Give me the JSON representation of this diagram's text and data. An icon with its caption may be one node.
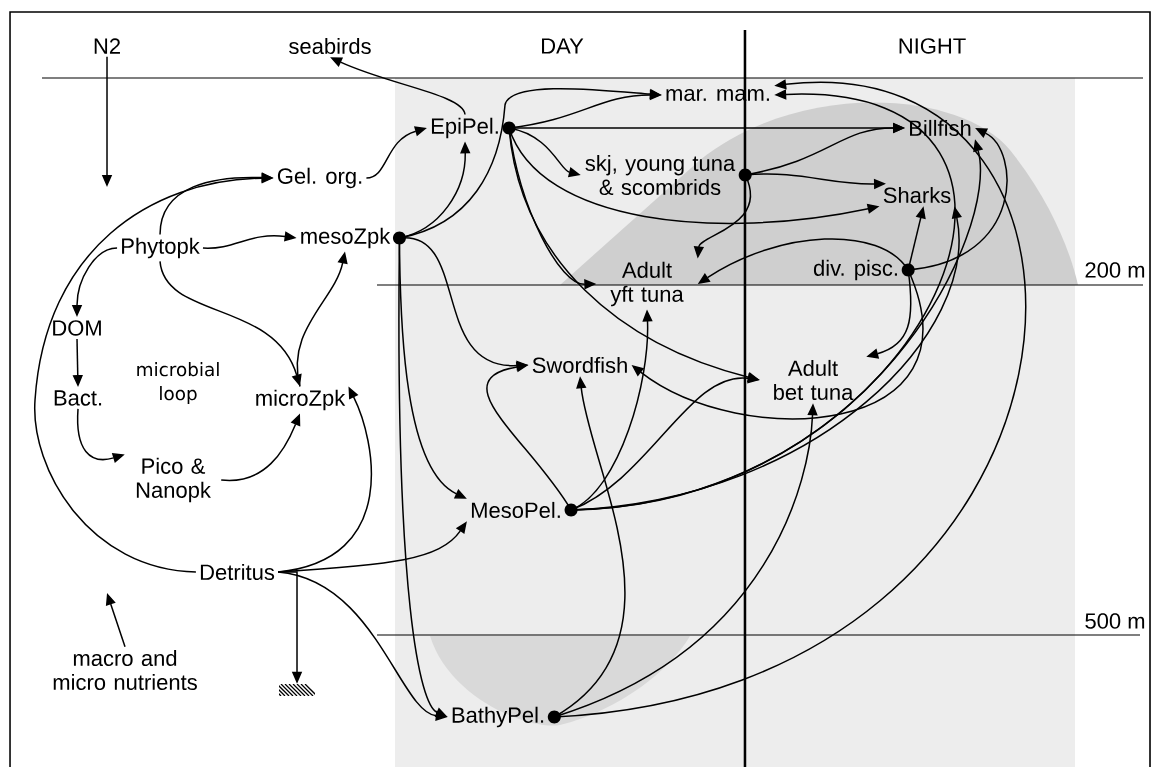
{
  "diagram": {
    "nodes": [
      {
        "text": [
          "N2"
        ]
      },
      {
        "text": [
          "seabirds"
        ]
      },
      {
        "text": [
          "EpiPel."
        ]
      },
      {
        "text": [
          "mar. mam."
        ]
      },
      {
        "text": [
          "Gel. org."
        ]
      },
      {
        "text": [
          "Billfish"
        ]
      },
      {
        "text": [
          "skj, young tuna & scombrids"
        ]
      },
      {
        "text": [
          "Sharks"
        ]
      },
      {
        "text": [
          "Phytopk"
        ]
      },
      {
        "text": [
          "mesoZpk"
        ]
      },
      {
        "text": [
          "Adult yft tuna"
        ]
      },
      {
        "text": [
          "div. pisc."
        ]
      },
      {
        "text": [
          "DOM"
        ]
      },
      {
        "text": [
          "Adult bet tuna"
        ]
      },
      {
        "text": [
          "Bact."
        ]
      },
      {
        "text": [
          "Swordfish"
        ]
      },
      {
        "text": [
          "microZpk"
        ]
      },
      {
        "text": [
          "Pico & Nanopk"
        ]
      },
      {
        "text": [
          "MesoPel."
        ]
      },
      {
        "text": [
          "Detritus"
        ]
      },
      {
        "text": [],
        "shape": "box"
      },
      {
        "text": [
          "macro and micro nutrients"
        ]
      },
      {
        "text": [
          "BathyPel."
        ]
      }
    ],
    "edges": [
      {
        "from": 0,
        "to": null,
        "arrow": "to"
      },
      {
        "from": 21,
        "to": null,
        "arrow": "to"
      },
      {
        "from": 2,
        "to": 1,
        "arrow": "to"
      },
      {
        "from": 4,
        "to": 2,
        "arrow": "to"
      },
      {
        "from": 9,
        "to": 2,
        "arrow": "to"
      },
      {
        "from": 9,
        "to": 3,
        "arrow": "to"
      },
      {
        "from": 9,
        "to": 15,
        "arrow": "to"
      },
      {
        "from": 9,
        "to": 18,
        "arrow": "to"
      },
      {
        "from": 9,
        "to": 22,
        "arrow": "to"
      },
      {
        "from": 2,
        "to": 3,
        "arrow": "to"
      },
      {
        "from": 2,
        "to": 5,
        "arrow": "to"
      },
      {
        "from": 2,
        "to": 6,
        "arrow": "to"
      },
      {
        "from": 2,
        "to": 7,
        "arrow": "to"
      },
      {
        "from": 2,
        "to": 10,
        "arrow": "to"
      },
      {
        "from": 2,
        "to": 13,
        "arrow": "to"
      },
      {
        "from": 6,
        "to": 5,
        "arrow": "to"
      },
      {
        "from": 6,
        "to": 7,
        "arrow": "to"
      },
      {
        "from": 6,
        "to": 10,
        "arrow": "to"
      },
      {
        "from": 11,
        "to": 7,
        "arrow": "to"
      },
      {
        "from": 11,
        "to": 5,
        "arrow": "to"
      },
      {
        "from": 11,
        "to": 10,
        "arrow": "to"
      },
      {
        "from": 11,
        "to": 13,
        "arrow": "to"
      },
      {
        "from": 11,
        "to": 15,
        "arrow": "to"
      },
      {
        "from": 18,
        "to": 15,
        "arrow": "to"
      },
      {
        "from": 18,
        "to": 10,
        "arrow": "to"
      },
      {
        "from": 18,
        "to": 13,
        "arrow": "to"
      },
      {
        "from": 18,
        "to": 7,
        "arrow": "to"
      },
      {
        "from": 18,
        "to": 5,
        "arrow": "to"
      },
      {
        "from": 18,
        "to": 3,
        "arrow": "to"
      },
      {
        "from": 22,
        "to": 3,
        "arrow": "to"
      },
      {
        "from": 22,
        "to": 15,
        "arrow": "to"
      },
      {
        "from": 22,
        "to": 13,
        "arrow": "to"
      },
      {
        "from": 8,
        "to": 9,
        "arrow": "to"
      },
      {
        "from": 8,
        "to": 12,
        "arrow": "to"
      },
      {
        "from": 8,
        "to": 4,
        "arrow": "to"
      },
      {
        "from": 8,
        "to": 16,
        "arrow": "to"
      },
      {
        "from": 16,
        "to": 9,
        "arrow": "to"
      },
      {
        "from": 12,
        "to": 14,
        "arrow": "to"
      },
      {
        "from": 14,
        "to": 17,
        "arrow": "to"
      },
      {
        "from": 17,
        "to": 16,
        "arrow": "to"
      },
      {
        "from": 19,
        "to": 4,
        "arrow": "to"
      },
      {
        "from": 19,
        "to": 16,
        "arrow": "to"
      },
      {
        "from": 19,
        "to": 18,
        "arrow": "to"
      },
      {
        "from": 19,
        "to": 22,
        "arrow": "to"
      },
      {
        "from": 19,
        "to": 20,
        "arrow": "to"
      }
    ],
    "labels": [
      "DAY",
      "NIGHT",
      "microbial loop",
      "200 m",
      "500 m"
    ]
  }
}
